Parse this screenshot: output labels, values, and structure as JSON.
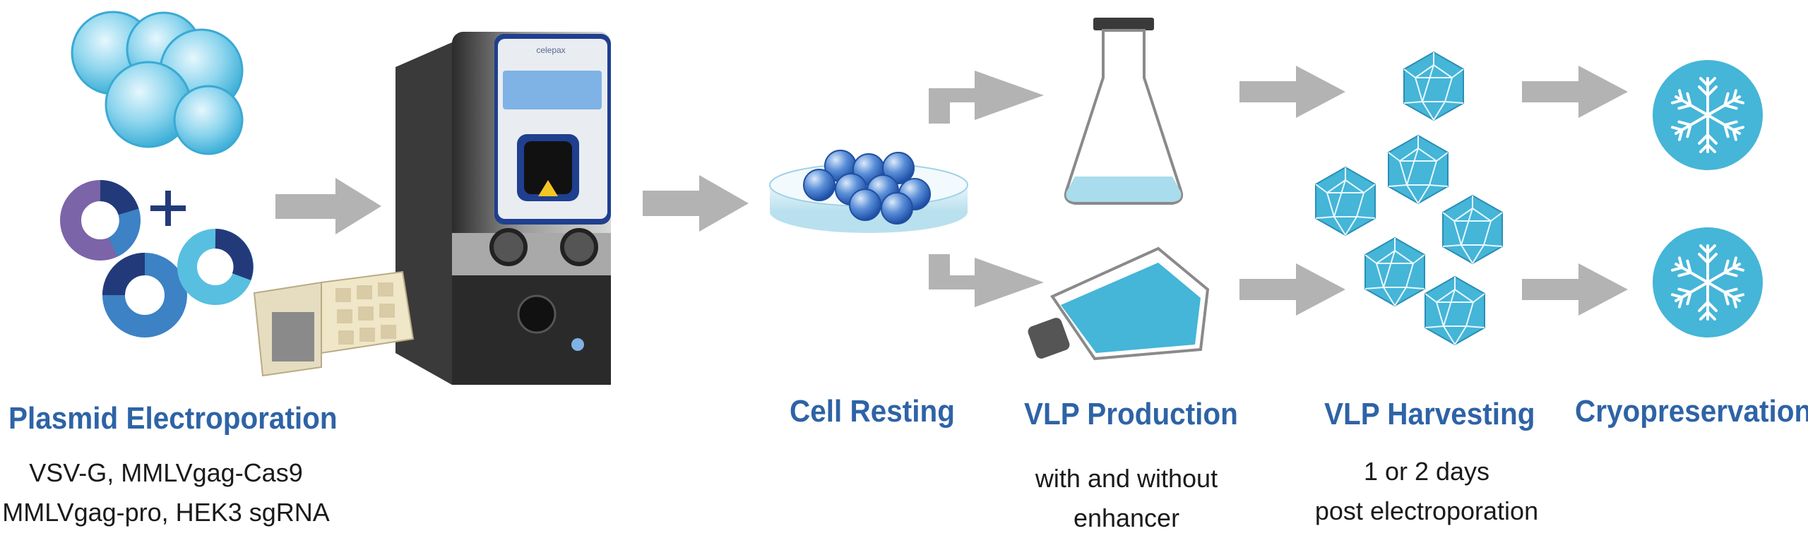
{
  "stages": [
    {
      "title": "Plasmid Electroporation",
      "subtitle_lines": [
        "VSV-G, MMLVgag-Cas9",
        "MMLVgag-pro, HEK3 sgRNA"
      ]
    },
    {
      "title": "Cell Resting",
      "subtitle_lines": []
    },
    {
      "title": "VLP Production",
      "subtitle_lines": [
        "with and without",
        "enhancer"
      ]
    },
    {
      "title": "VLP Harvesting",
      "subtitle_lines": [
        "1 or 2 days",
        "post electroporation"
      ]
    },
    {
      "title": "Cryopreservation",
      "subtitle_lines": []
    }
  ],
  "device": {
    "brand": "celepax"
  },
  "icons": [
    "cell-cluster-icon",
    "plasmid-ring-icon",
    "plus-icon",
    "electroporation-device-icon",
    "cartridge-icon",
    "arrow-icon",
    "petri-dish-icon",
    "erlenmeyer-flask-icon",
    "culture-flask-icon",
    "vlp-particle-icon",
    "snowflake-icon"
  ],
  "colors": {
    "title_blue": "#2e63a6",
    "cell_blue": "#5bc0de",
    "arrow_gray": "#b3b3b3",
    "ring_navy": "#233a7a",
    "ring_purple": "#7b64a8",
    "ring_blue": "#3c82c4",
    "ring_cyan": "#58bfe0"
  }
}
